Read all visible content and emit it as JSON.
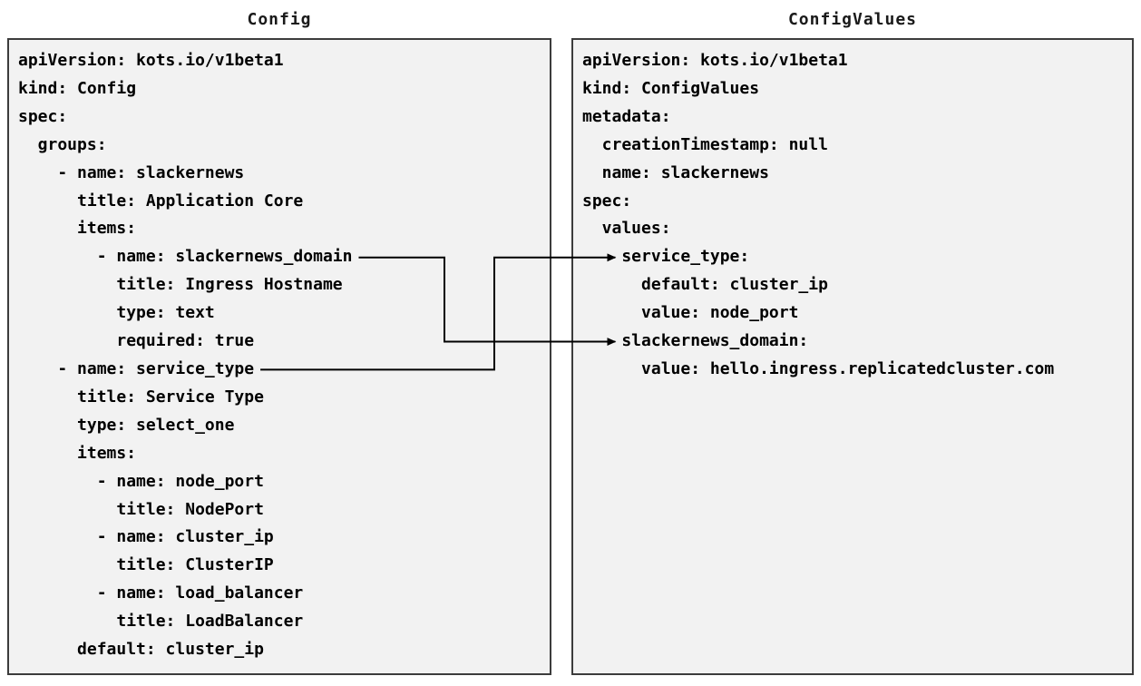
{
  "config_panel": {
    "title": "Config",
    "lines": [
      "apiVersion: kots.io/v1beta1",
      "kind: Config",
      "spec:",
      "  groups:",
      "    - name: slackernews",
      "      title: Application Core",
      "      items:",
      "        - name: slackernews_domain",
      "          title: Ingress Hostname",
      "          type: text",
      "          required: true",
      "    - name: service_type",
      "      title: Service Type",
      "      type: select_one",
      "      items:",
      "        - name: node_port",
      "          title: NodePort",
      "        - name: cluster_ip",
      "          title: ClusterIP",
      "        - name: load_balancer",
      "          title: LoadBalancer",
      "      default: cluster_ip"
    ]
  },
  "configvalues_panel": {
    "title": "ConfigValues",
    "lines": [
      "apiVersion: kots.io/v1beta1",
      "kind: ConfigValues",
      "metadata:",
      "  creationTimestamp: null",
      "  name: slackernews",
      "spec:",
      "  values:",
      "    service_type:",
      "      default: cluster_ip",
      "      value: node_port",
      "    slackernews_domain:",
      "      value: hello.ingress.replicatedcluster.com"
    ]
  },
  "connections": [
    {
      "from_item": "slackernews_domain",
      "from_line": 7,
      "to_item": "slackernews_domain",
      "to_line": 10
    },
    {
      "from_item": "service_type",
      "from_line": 11,
      "to_item": "service_type",
      "to_line": 7
    }
  ],
  "colors": {
    "box_bg": "#f2f2f2",
    "box_border": "#3c3c3c",
    "text": "#000000",
    "connector": "#000000"
  }
}
